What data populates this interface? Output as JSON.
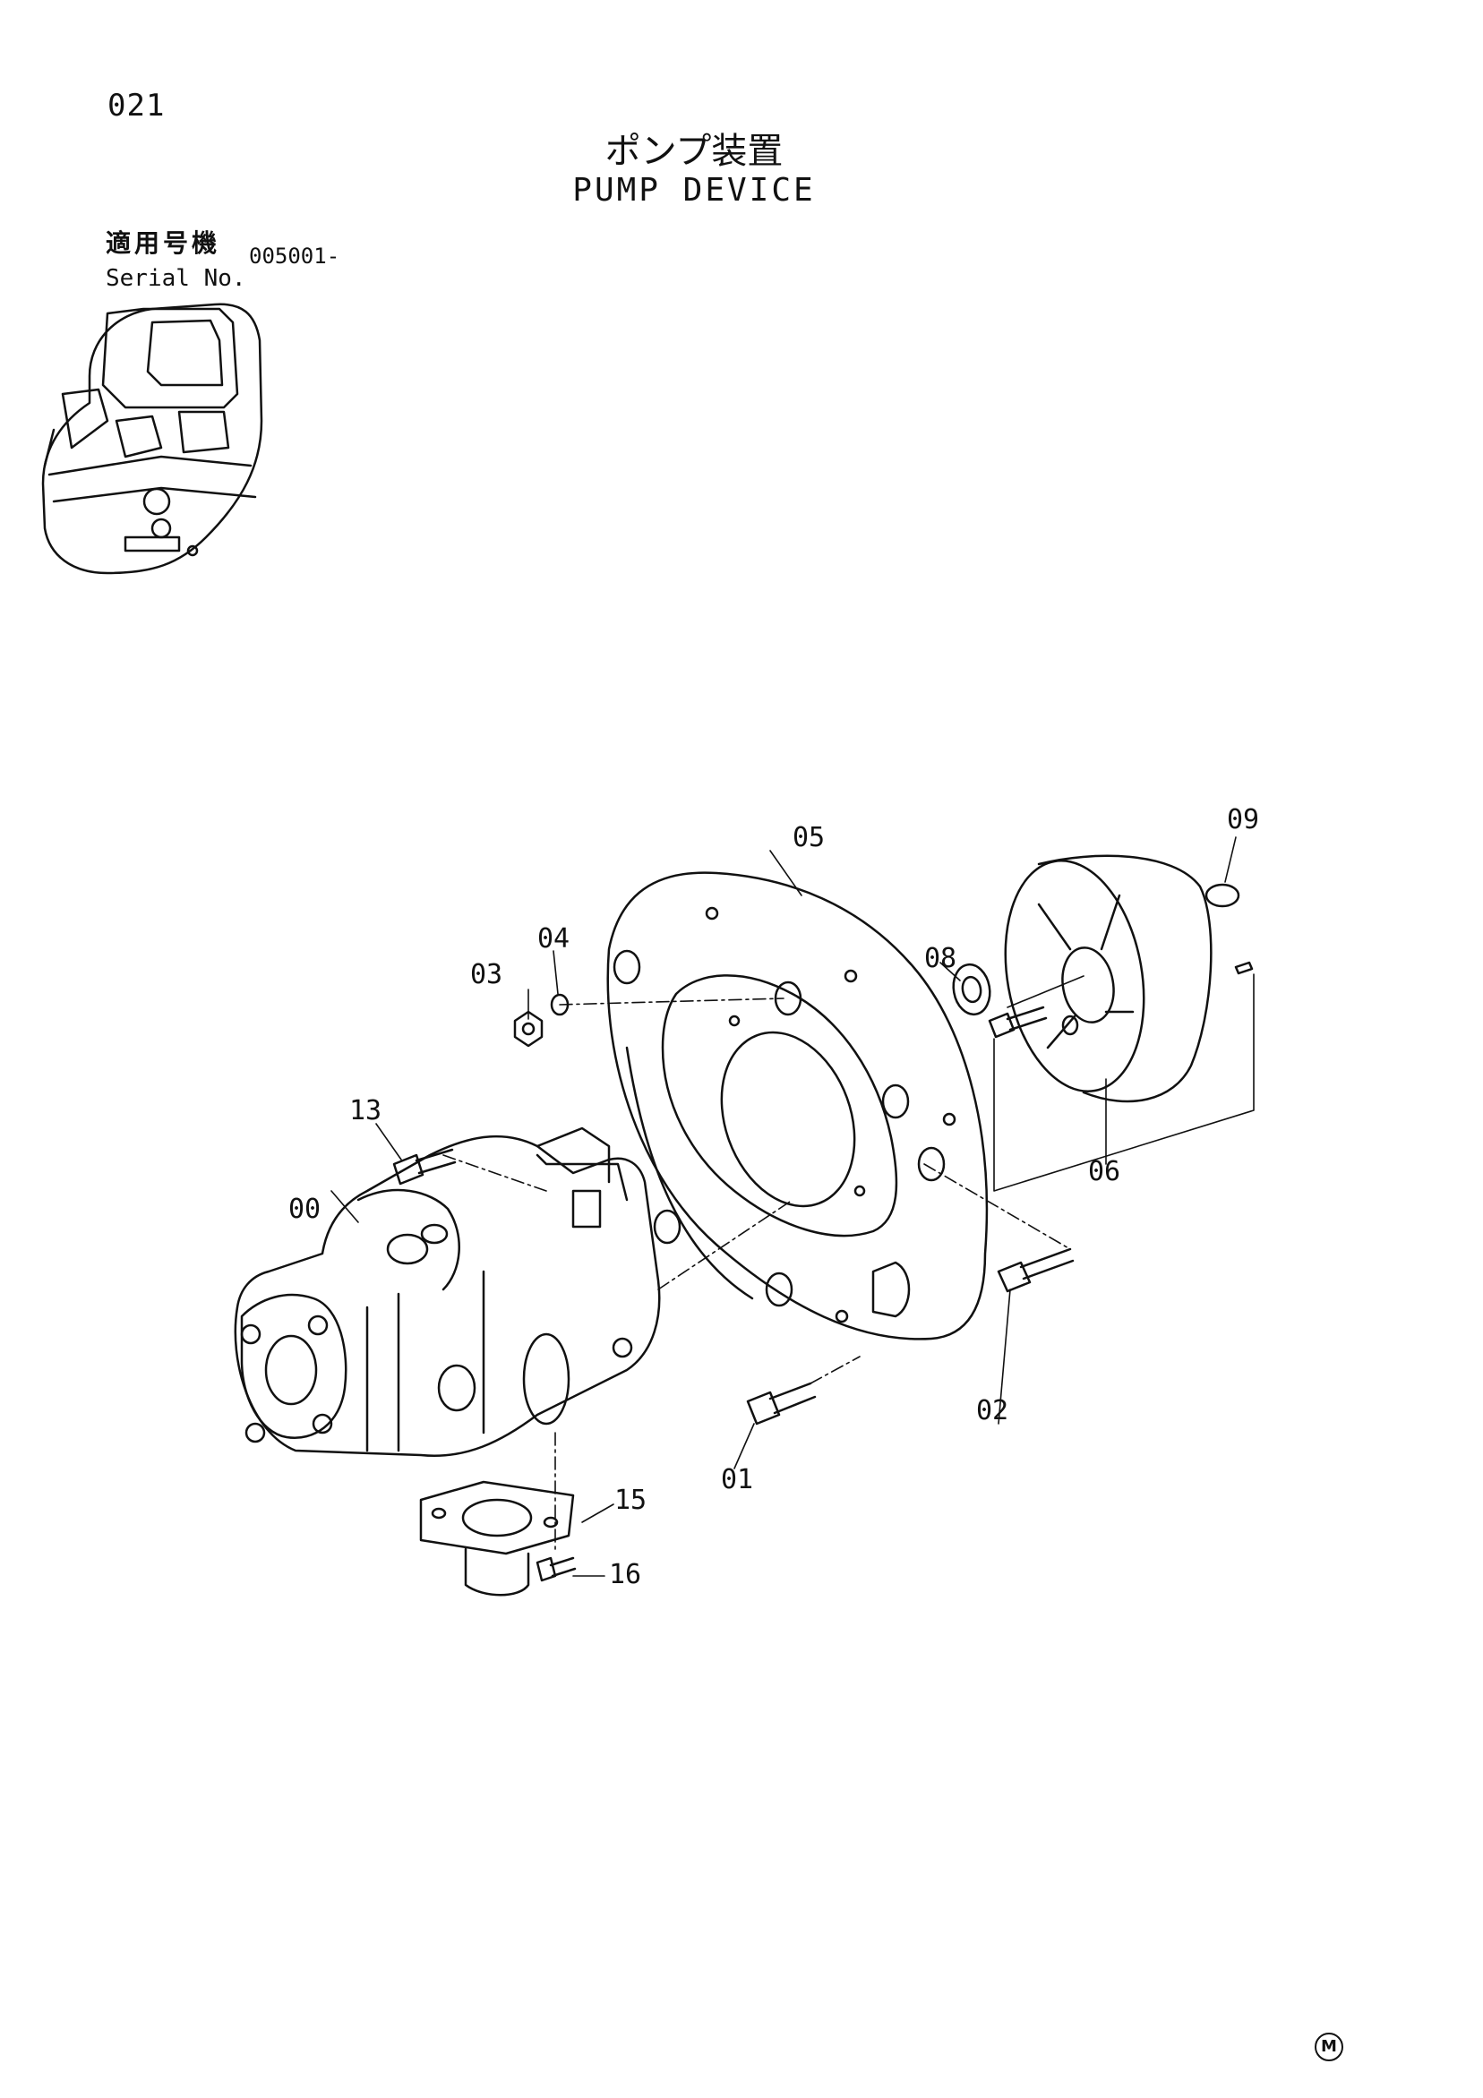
{
  "page": {
    "number": "021"
  },
  "title": {
    "jp": "ポンプ装置",
    "en": "PUMP DEVICE"
  },
  "serial": {
    "label_jp": "適用号機",
    "label_en": "Serial No.",
    "value": "005001-"
  },
  "callouts": [
    "00",
    "01",
    "02",
    "03",
    "04",
    "05",
    "06",
    "08",
    "09",
    "13",
    "15",
    "16"
  ],
  "corner_mark": "M"
}
